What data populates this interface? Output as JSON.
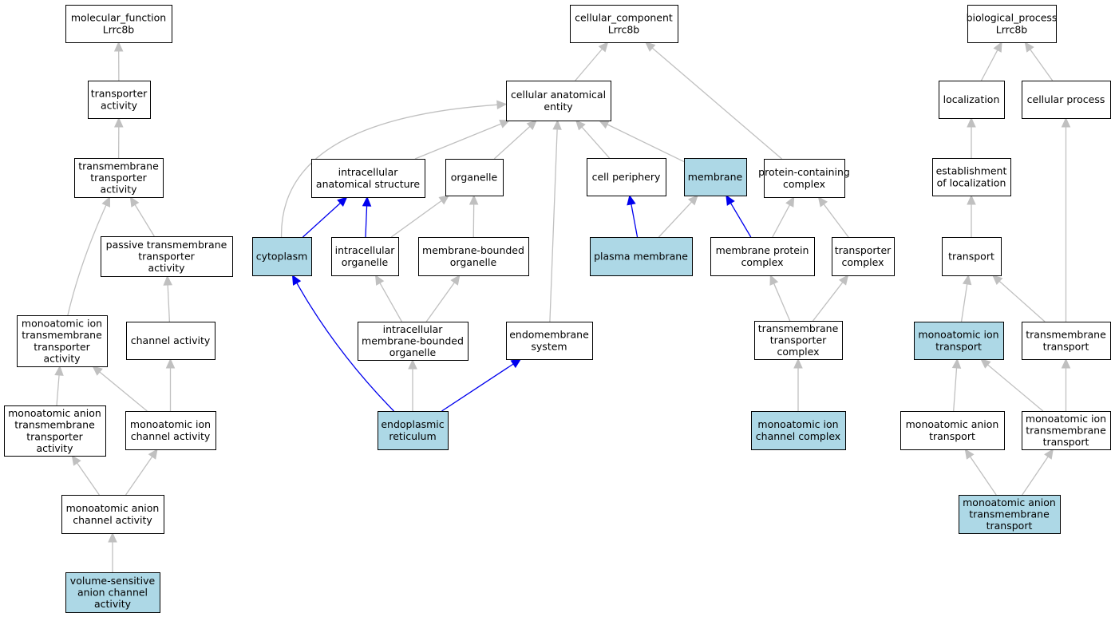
{
  "colors": {
    "highlight_fill": "#add8e6",
    "edge_gray": "#c0c0c0",
    "edge_blue": "#0000ee"
  },
  "nodes": [
    {
      "id": "mf",
      "lines": [
        "molecular_function",
        "Lrrc8b"
      ],
      "highlight": false
    },
    {
      "id": "ta",
      "lines": [
        "transporter",
        "activity"
      ],
      "highlight": false
    },
    {
      "id": "tta",
      "lines": [
        "transmembrane",
        "transporter",
        "activity"
      ],
      "highlight": false
    },
    {
      "id": "ptta",
      "lines": [
        "passive transmembrane",
        "transporter",
        "activity"
      ],
      "highlight": false
    },
    {
      "id": "mitta",
      "lines": [
        "monoatomic ion",
        "transmembrane",
        "transporter",
        "activity"
      ],
      "highlight": false
    },
    {
      "id": "ca",
      "lines": [
        "channel activity"
      ],
      "highlight": false
    },
    {
      "id": "matta",
      "lines": [
        "monoatomic anion",
        "transmembrane",
        "transporter",
        "activity"
      ],
      "highlight": false
    },
    {
      "id": "mica",
      "lines": [
        "monoatomic ion",
        "channel activity"
      ],
      "highlight": false
    },
    {
      "id": "maca",
      "lines": [
        "monoatomic anion",
        "channel activity"
      ],
      "highlight": false
    },
    {
      "id": "vsaca",
      "lines": [
        "volume-sensitive",
        "anion channel",
        "activity"
      ],
      "highlight": true
    },
    {
      "id": "cc",
      "lines": [
        "cellular_component",
        "Lrrc8b"
      ],
      "highlight": false
    },
    {
      "id": "cae",
      "lines": [
        "cellular anatomical",
        "entity"
      ],
      "highlight": false
    },
    {
      "id": "ias",
      "lines": [
        "intracellular",
        "anatomical structure"
      ],
      "highlight": false
    },
    {
      "id": "org",
      "lines": [
        "organelle"
      ],
      "highlight": false
    },
    {
      "id": "cp",
      "lines": [
        "cell periphery"
      ],
      "highlight": false
    },
    {
      "id": "mem",
      "lines": [
        "membrane"
      ],
      "highlight": true
    },
    {
      "id": "pcc",
      "lines": [
        "protein-containing",
        "complex"
      ],
      "highlight": false
    },
    {
      "id": "cyto",
      "lines": [
        "cytoplasm"
      ],
      "highlight": true
    },
    {
      "id": "io",
      "lines": [
        "intracellular",
        "organelle"
      ],
      "highlight": false
    },
    {
      "id": "mbo",
      "lines": [
        "membrane-bounded",
        "organelle"
      ],
      "highlight": false
    },
    {
      "id": "pm",
      "lines": [
        "plasma membrane"
      ],
      "highlight": true
    },
    {
      "id": "mpc",
      "lines": [
        "membrane protein",
        "complex"
      ],
      "highlight": false
    },
    {
      "id": "tc",
      "lines": [
        "transporter",
        "complex"
      ],
      "highlight": false
    },
    {
      "id": "imbo",
      "lines": [
        "intracellular",
        "membrane-bounded",
        "organelle"
      ],
      "highlight": false
    },
    {
      "id": "es",
      "lines": [
        "endomembrane",
        "system"
      ],
      "highlight": false
    },
    {
      "id": "ttc",
      "lines": [
        "transmembrane",
        "transporter",
        "complex"
      ],
      "highlight": false
    },
    {
      "id": "er",
      "lines": [
        "endoplasmic",
        "reticulum"
      ],
      "highlight": true
    },
    {
      "id": "micc",
      "lines": [
        "monoatomic ion",
        "channel complex"
      ],
      "highlight": true
    },
    {
      "id": "bp",
      "lines": [
        "biological_process",
        "Lrrc8b"
      ],
      "highlight": false
    },
    {
      "id": "loc",
      "lines": [
        "localization"
      ],
      "highlight": false
    },
    {
      "id": "cpr",
      "lines": [
        "cellular process"
      ],
      "highlight": false
    },
    {
      "id": "eol",
      "lines": [
        "establishment",
        "of localization"
      ],
      "highlight": false
    },
    {
      "id": "tr",
      "lines": [
        "transport"
      ],
      "highlight": false
    },
    {
      "id": "mit",
      "lines": [
        "monoatomic ion",
        "transport"
      ],
      "highlight": true
    },
    {
      "id": "tmt",
      "lines": [
        "transmembrane",
        "transport"
      ],
      "highlight": false
    },
    {
      "id": "mat",
      "lines": [
        "monoatomic anion",
        "transport"
      ],
      "highlight": false
    },
    {
      "id": "mitt",
      "lines": [
        "monoatomic ion",
        "transmembrane",
        "transport"
      ],
      "highlight": false
    },
    {
      "id": "matt",
      "lines": [
        "monoatomic anion",
        "transmembrane",
        "transport"
      ],
      "highlight": true
    }
  ],
  "edges": [
    {
      "from": "ta",
      "to": "mf",
      "color": "gray"
    },
    {
      "from": "tta",
      "to": "ta",
      "color": "gray"
    },
    {
      "from": "ptta",
      "to": "tta",
      "color": "gray"
    },
    {
      "from": "mitta",
      "to": "tta",
      "color": "gray"
    },
    {
      "from": "ca",
      "to": "ptta",
      "color": "gray"
    },
    {
      "from": "matta",
      "to": "mitta",
      "color": "gray"
    },
    {
      "from": "mica",
      "to": "mitta",
      "color": "gray"
    },
    {
      "from": "mica",
      "to": "ca",
      "color": "gray"
    },
    {
      "from": "maca",
      "to": "matta",
      "color": "gray"
    },
    {
      "from": "maca",
      "to": "mica",
      "color": "gray"
    },
    {
      "from": "vsaca",
      "to": "maca",
      "color": "gray"
    },
    {
      "from": "cae",
      "to": "cc",
      "color": "gray"
    },
    {
      "from": "pcc",
      "to": "cc",
      "color": "gray"
    },
    {
      "from": "cyto",
      "to": "cae",
      "color": "gray"
    },
    {
      "from": "ias",
      "to": "cae",
      "color": "gray"
    },
    {
      "from": "org",
      "to": "cae",
      "color": "gray"
    },
    {
      "from": "es",
      "to": "cae",
      "color": "gray"
    },
    {
      "from": "cp",
      "to": "cae",
      "color": "gray"
    },
    {
      "from": "mem",
      "to": "cae",
      "color": "gray"
    },
    {
      "from": "cyto",
      "to": "ias",
      "color": "blue"
    },
    {
      "from": "io",
      "to": "ias",
      "color": "blue"
    },
    {
      "from": "io",
      "to": "org",
      "color": "gray"
    },
    {
      "from": "mbo",
      "to": "org",
      "color": "gray"
    },
    {
      "from": "pm",
      "to": "cp",
      "color": "blue"
    },
    {
      "from": "pm",
      "to": "mem",
      "color": "gray"
    },
    {
      "from": "mpc",
      "to": "mem",
      "color": "blue"
    },
    {
      "from": "mpc",
      "to": "pcc",
      "color": "gray"
    },
    {
      "from": "tc",
      "to": "pcc",
      "color": "gray"
    },
    {
      "from": "imbo",
      "to": "io",
      "color": "gray"
    },
    {
      "from": "imbo",
      "to": "mbo",
      "color": "gray"
    },
    {
      "from": "ttc",
      "to": "mpc",
      "color": "gray"
    },
    {
      "from": "ttc",
      "to": "tc",
      "color": "gray"
    },
    {
      "from": "er",
      "to": "cyto",
      "color": "blue"
    },
    {
      "from": "er",
      "to": "imbo",
      "color": "gray"
    },
    {
      "from": "er",
      "to": "es",
      "color": "blue"
    },
    {
      "from": "micc",
      "to": "ttc",
      "color": "gray"
    },
    {
      "from": "loc",
      "to": "bp",
      "color": "gray"
    },
    {
      "from": "cpr",
      "to": "bp",
      "color": "gray"
    },
    {
      "from": "eol",
      "to": "loc",
      "color": "gray"
    },
    {
      "from": "tr",
      "to": "eol",
      "color": "gray"
    },
    {
      "from": "mit",
      "to": "tr",
      "color": "gray"
    },
    {
      "from": "tmt",
      "to": "tr",
      "color": "gray"
    },
    {
      "from": "tmt",
      "to": "cpr",
      "color": "gray"
    },
    {
      "from": "mat",
      "to": "mit",
      "color": "gray"
    },
    {
      "from": "mitt",
      "to": "mit",
      "color": "gray"
    },
    {
      "from": "mitt",
      "to": "tmt",
      "color": "gray"
    },
    {
      "from": "matt",
      "to": "mat",
      "color": "gray"
    },
    {
      "from": "matt",
      "to": "mitt",
      "color": "gray"
    }
  ]
}
